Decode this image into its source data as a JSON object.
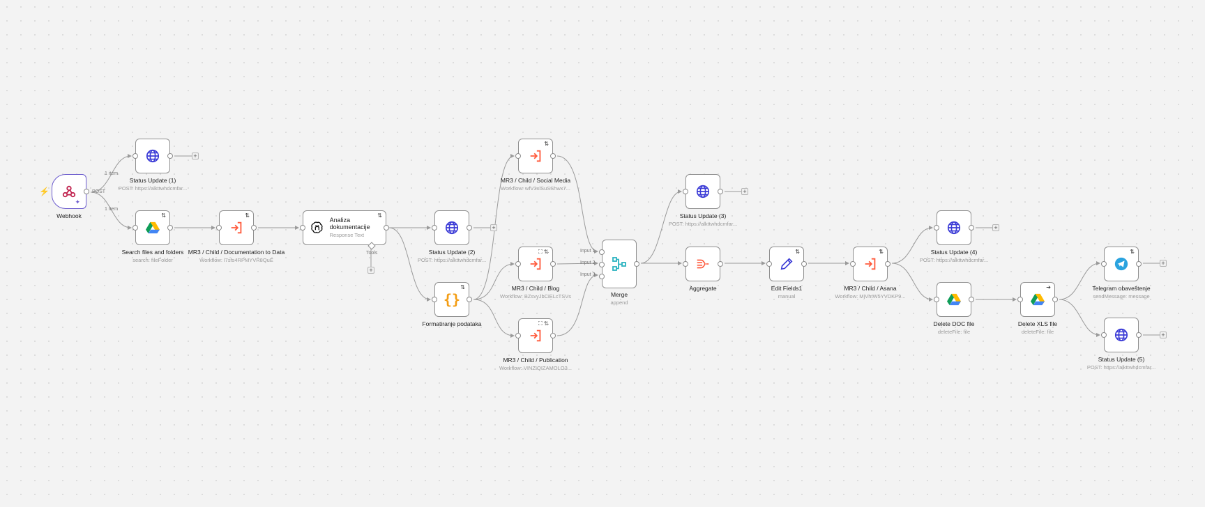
{
  "canvas": {
    "background": "#f3f3f3",
    "trigger_icon": "lightning-icon",
    "trigger_color": "#ff5a3c"
  },
  "nodes": {
    "webhook": {
      "label": "Webhook",
      "icon": "webhook-icon",
      "method": "POST"
    },
    "status1": {
      "label": "Status Update (1)",
      "sub": "POST: https://alkttwhdcmfar...",
      "icon": "globe-icon"
    },
    "search": {
      "label": "Search files and folders",
      "sub": "search: fileFolder",
      "icon": "google-drive-icon"
    },
    "mr3doc": {
      "label": "MR3 / Child / Documentation to Data",
      "sub": "Workflow: l7sfs4RPMYVR8QuE",
      "icon": "execute-workflow-icon"
    },
    "analiza": {
      "label": "Analiza dokumentacije",
      "sub": "Response Text",
      "icon": "openai-icon",
      "tools": "Tools"
    },
    "status2": {
      "label": "Status Update (2)",
      "sub": "POST: https://alkttwhdcmfar...",
      "icon": "globe-icon"
    },
    "format": {
      "label": "Formatiranje podataka",
      "icon": "code-braces-icon"
    },
    "social": {
      "label": "MR3 / Child / Social Media",
      "sub": "Workflow: wfV3xlSuSShwx7...",
      "icon": "execute-workflow-icon"
    },
    "blog": {
      "label": "MR3 / Child / Blog",
      "sub": "Workflow: BZsvyJbCiELcTSVs",
      "icon": "execute-workflow-icon"
    },
    "publication": {
      "label": "MR3 / Child / Publication",
      "sub": "Workflow: VINZIQIZAMOLO3...",
      "icon": "execute-workflow-icon"
    },
    "merge": {
      "label": "Merge",
      "sub": "append",
      "icon": "merge-icon",
      "inputs": [
        "Input 1",
        "Input 2",
        "Input 3"
      ]
    },
    "status3": {
      "label": "Status Update (3)",
      "sub": "POST: https://alkttwhdcmfar...",
      "icon": "globe-icon"
    },
    "aggregate": {
      "label": "Aggregate",
      "icon": "aggregate-icon"
    },
    "edit": {
      "label": "Edit Fields1",
      "sub": "manual",
      "icon": "pencil-icon"
    },
    "asana": {
      "label": "MR3 / Child / Asana",
      "sub": "Workflow: MjVhtW5YVDKP9...",
      "icon": "execute-workflow-icon"
    },
    "status4": {
      "label": "Status Update (4)",
      "sub": "POST: https://alkttwhdcmfar...",
      "icon": "globe-icon"
    },
    "deldoc": {
      "label": "Delete DOC file",
      "sub": "deleteFile: file",
      "icon": "google-drive-icon"
    },
    "delxls": {
      "label": "Delete XLS file",
      "sub": "deleteFile: file",
      "icon": "google-drive-icon"
    },
    "telegram": {
      "label": "Telegram obaveštenje",
      "sub": "sendMessage: message",
      "icon": "telegram-icon"
    },
    "status5": {
      "label": "Status Update (5)",
      "sub": "POST: https://alkttwhdcmfar...",
      "icon": "globe-icon"
    }
  },
  "edge_labels": {
    "item1": "1 item",
    "item2": "1 item"
  },
  "add_symbol": "+",
  "colors": {
    "globe": "#3a3ad6",
    "workflow": "#ff5a3c",
    "code": "#f39c12",
    "merge": "#2bb3c0",
    "pencil": "#3a3ad6",
    "telegram": "#2aa3df",
    "edge": "#9a9a9a"
  }
}
